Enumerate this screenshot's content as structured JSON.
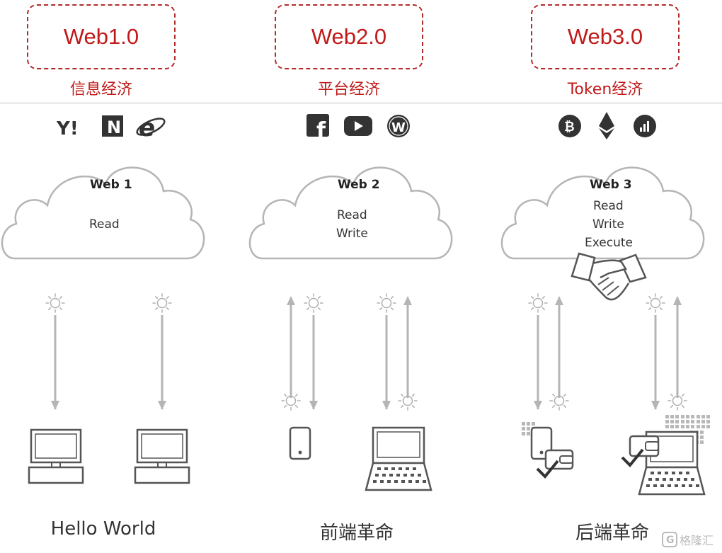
{
  "columns": [
    {
      "era": "Web1.0",
      "economy": "信息经济",
      "cloud_title": "Web 1",
      "capabilities": [
        "Read"
      ],
      "bottom_label": "Hello World",
      "icons": [
        "yahoo-icon",
        "netscape-icon",
        "internet-explorer-icon"
      ]
    },
    {
      "era": "Web2.0",
      "economy": "平台经济",
      "cloud_title": "Web 2",
      "capabilities": [
        "Read",
        "Write"
      ],
      "bottom_label": "前端革命",
      "icons": [
        "facebook-icon",
        "youtube-icon",
        "wordpress-icon"
      ]
    },
    {
      "era": "Web3.0",
      "economy": "Token经济",
      "cloud_title": "Web 3",
      "capabilities": [
        "Read",
        "Write",
        "Execute"
      ],
      "bottom_label": "后端革命",
      "icons": [
        "bitcoin-icon",
        "ethereum-icon",
        "chart-token-icon"
      ]
    }
  ],
  "icon_glyphs": {
    "yahoo": "Y!",
    "netscape": "N",
    "ie": "e",
    "facebook": "f",
    "wordpress": "W",
    "bitcoin": "₿"
  },
  "watermark": "格隆汇",
  "colors": {
    "accent": "#c01a1a",
    "line": "#b0b0b0",
    "icon": "#333333"
  }
}
